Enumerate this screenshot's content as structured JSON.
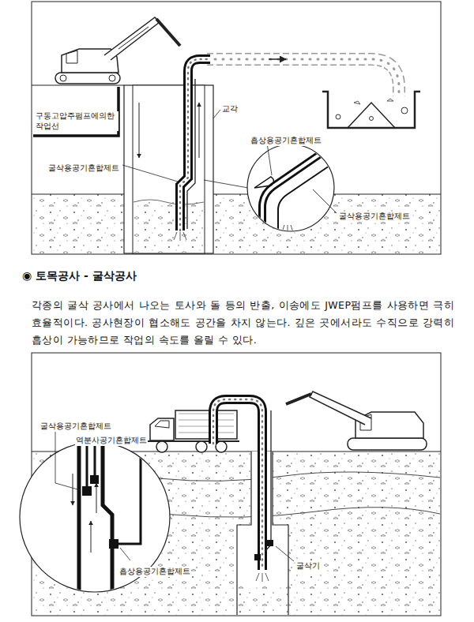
{
  "diagram": {
    "title": "◉ 토목공사 - 굴삭공사",
    "labels": [
      "구동고압주펌프에의한 작업선",
      "교각",
      "흡상용공기혼합제트",
      "굴삭용공기혼합제트",
      "굴삭용공기혼합제트",
      "각종의 굴삭 공사에서 나오는 토사와 돌 등의 반출, 이송에도 JWEP펌프를 사용하면 극히 효율적이다. 공사현장이 협소해도 공간을 차지 않는다. 깊은 곳에서라도 수직으로 강력히 흡상이 가능하므로 작업의 속도를 올릴 수 있다.",
      "굴삭용공기혼합제트",
      "역분사공기혼합제트",
      "흡상용공기혼합제트",
      "굴삭기"
    ]
  }
}
